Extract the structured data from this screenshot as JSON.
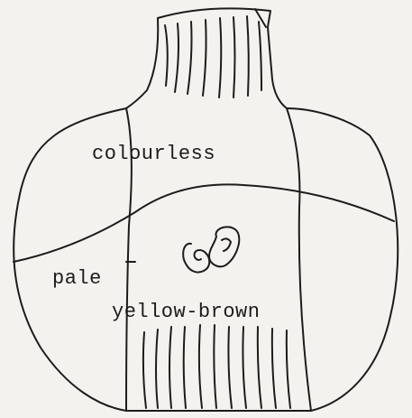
{
  "labels": {
    "colourless": "colourless",
    "pale": "pale",
    "yellow_brown": "yellow-brown"
  },
  "colors": {
    "background": "#f4f2ee",
    "ink": "#1c1c1c"
  }
}
